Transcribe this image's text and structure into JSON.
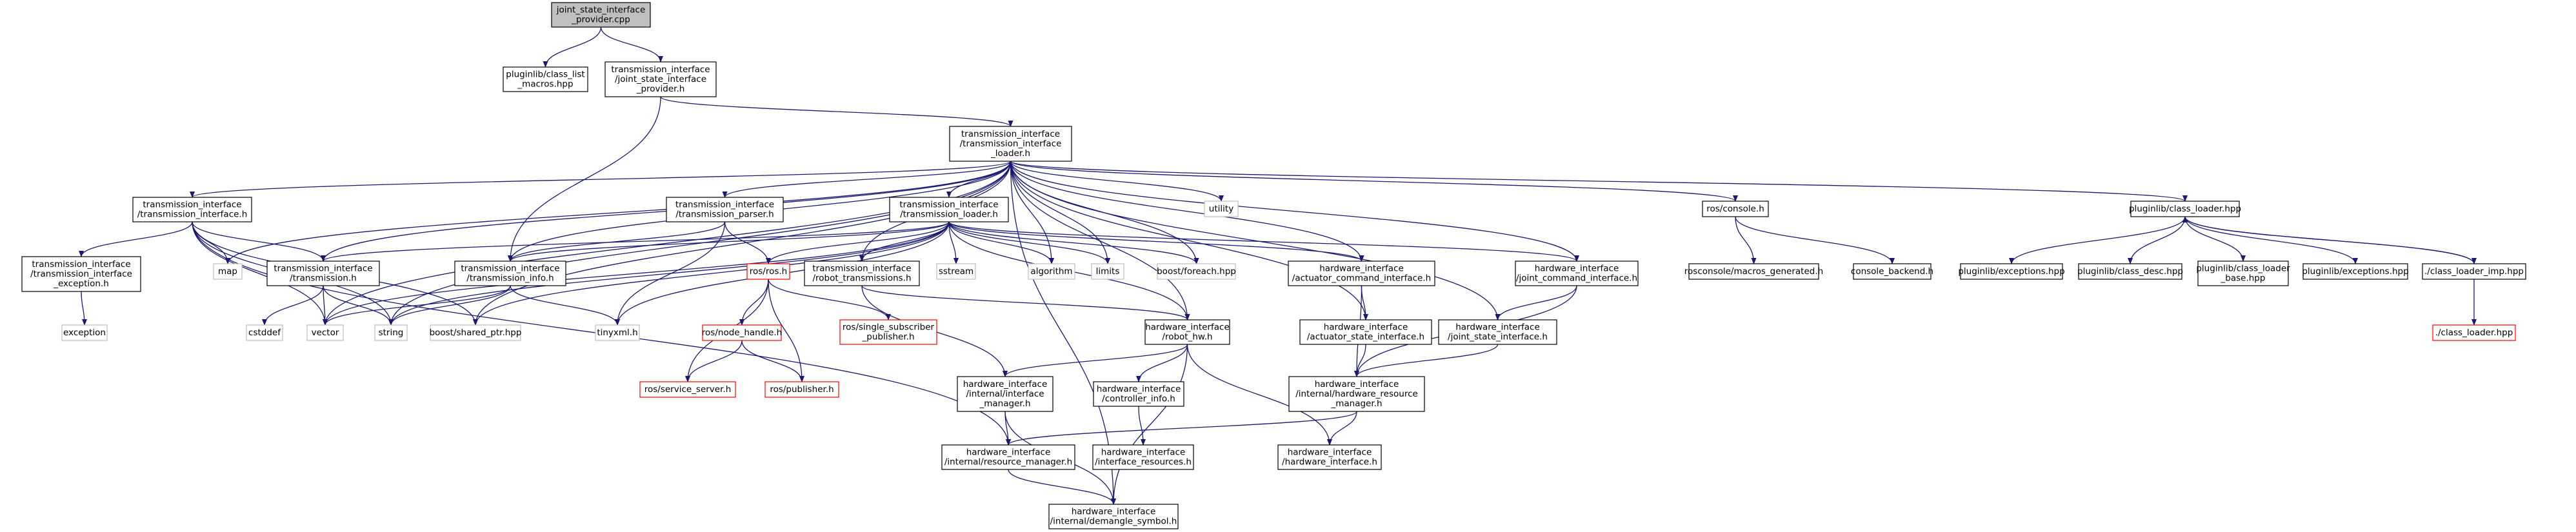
{
  "colors": {
    "edge": "#191970",
    "box_default": "#000000",
    "box_missing": "#ff0000",
    "box_external": "#bfbfbf",
    "root_fill": "#bfbfbf",
    "text": "#000000"
  },
  "nodes": [
    {
      "id": "root",
      "lines": [
        "joint_state_interface",
        "_provider.cpp"
      ],
      "style": "root"
    },
    {
      "id": "class_list_macros",
      "lines": [
        "pluginlib/class_list",
        "_macros.hpp"
      ],
      "style": "default"
    },
    {
      "id": "jsi_provider_h",
      "lines": [
        "transmission_interface",
        "/joint_state_interface",
        "_provider.h"
      ],
      "style": "default"
    },
    {
      "id": "ti_loader",
      "lines": [
        "transmission_interface",
        "/transmission_interface",
        "_loader.h"
      ],
      "style": "default"
    },
    {
      "id": "ti_interface",
      "lines": [
        "transmission_interface",
        "/transmission_interface.h"
      ],
      "style": "default"
    },
    {
      "id": "ti_parser",
      "lines": [
        "transmission_interface",
        "/transmission_parser.h"
      ],
      "style": "default"
    },
    {
      "id": "t_loader",
      "lines": [
        "transmission_interface",
        "/transmission_loader.h"
      ],
      "style": "default"
    },
    {
      "id": "utility",
      "lines": [
        "utility"
      ],
      "style": "external"
    },
    {
      "id": "ros_console",
      "lines": [
        "ros/console.h"
      ],
      "style": "default"
    },
    {
      "id": "class_loader_hpp",
      "lines": [
        "pluginlib/class_loader.hpp"
      ],
      "style": "default"
    },
    {
      "id": "ti_exception",
      "lines": [
        "transmission_interface",
        "/transmission_interface",
        "_exception.h"
      ],
      "style": "default"
    },
    {
      "id": "map",
      "lines": [
        "map"
      ],
      "style": "external"
    },
    {
      "id": "transmission_h",
      "lines": [
        "transmission_interface",
        "/transmission.h"
      ],
      "style": "default"
    },
    {
      "id": "transmission_info",
      "lines": [
        "transmission_interface",
        "/transmission_info.h"
      ],
      "style": "default"
    },
    {
      "id": "ros_ros",
      "lines": [
        "ros/ros.h"
      ],
      "style": "missing"
    },
    {
      "id": "robot_transmissions",
      "lines": [
        "transmission_interface",
        "/robot_transmissions.h"
      ],
      "style": "default"
    },
    {
      "id": "sstream",
      "lines": [
        "sstream"
      ],
      "style": "external"
    },
    {
      "id": "algorithm",
      "lines": [
        "algorithm"
      ],
      "style": "external"
    },
    {
      "id": "limits",
      "lines": [
        "limits"
      ],
      "style": "external"
    },
    {
      "id": "boost_foreach",
      "lines": [
        "boost/foreach.hpp"
      ],
      "style": "external"
    },
    {
      "id": "actuator_cmd",
      "lines": [
        "hardware_interface",
        "/actuator_command_interface.h"
      ],
      "style": "default"
    },
    {
      "id": "joint_cmd",
      "lines": [
        "hardware_interface",
        "/joint_command_interface.h"
      ],
      "style": "default"
    },
    {
      "id": "macros_generated",
      "lines": [
        "rosconsole/macros_generated.h"
      ],
      "style": "default"
    },
    {
      "id": "console_backend",
      "lines": [
        "console_backend.h"
      ],
      "style": "default"
    },
    {
      "id": "pl_exceptions_1",
      "lines": [
        "pluginlib/exceptions.hpp"
      ],
      "style": "default"
    },
    {
      "id": "class_desc",
      "lines": [
        "pluginlib/class_desc.hpp"
      ],
      "style": "default"
    },
    {
      "id": "class_loader_base",
      "lines": [
        "pluginlib/class_loader",
        "_base.hpp"
      ],
      "style": "default"
    },
    {
      "id": "pl_exceptions_2",
      "lines": [
        "pluginlib/exceptions.hpp"
      ],
      "style": "default"
    },
    {
      "id": "class_loader_imp",
      "lines": [
        "./class_loader_imp.hpp"
      ],
      "style": "default"
    },
    {
      "id": "exception",
      "lines": [
        "exception"
      ],
      "style": "external"
    },
    {
      "id": "cstddef",
      "lines": [
        "cstddef"
      ],
      "style": "external"
    },
    {
      "id": "vector",
      "lines": [
        "vector"
      ],
      "style": "external"
    },
    {
      "id": "string",
      "lines": [
        "string"
      ],
      "style": "external"
    },
    {
      "id": "shared_ptr",
      "lines": [
        "boost/shared_ptr.hpp"
      ],
      "style": "external"
    },
    {
      "id": "tinyxml",
      "lines": [
        "tinyxml.h"
      ],
      "style": "external"
    },
    {
      "id": "node_handle",
      "lines": [
        "ros/node_handle.h"
      ],
      "style": "missing"
    },
    {
      "id": "single_subscriber",
      "lines": [
        "ros/single_subscriber",
        "_publisher.h"
      ],
      "style": "missing"
    },
    {
      "id": "robot_hw",
      "lines": [
        "hardware_interface",
        "/robot_hw.h"
      ],
      "style": "default"
    },
    {
      "id": "actuator_state",
      "lines": [
        "hardware_interface",
        "/actuator_state_interface.h"
      ],
      "style": "default"
    },
    {
      "id": "joint_state",
      "lines": [
        "hardware_interface",
        "/joint_state_interface.h"
      ],
      "style": "default"
    },
    {
      "id": "class_loader_h",
      "lines": [
        "./class_loader.hpp"
      ],
      "style": "missing"
    },
    {
      "id": "service_server",
      "lines": [
        "ros/service_server.h"
      ],
      "style": "missing"
    },
    {
      "id": "publisher",
      "lines": [
        "ros/publisher.h"
      ],
      "style": "missing"
    },
    {
      "id": "interface_manager",
      "lines": [
        "hardware_interface",
        "/internal/interface",
        "_manager.h"
      ],
      "style": "default"
    },
    {
      "id": "controller_info",
      "lines": [
        "hardware_interface",
        "/controller_info.h"
      ],
      "style": "default"
    },
    {
      "id": "hw_resource_manager",
      "lines": [
        "hardware_interface",
        "/internal/hardware_resource",
        "_manager.h"
      ],
      "style": "default"
    },
    {
      "id": "resource_manager",
      "lines": [
        "hardware_interface",
        "/internal/resource_manager.h"
      ],
      "style": "default"
    },
    {
      "id": "interface_resources",
      "lines": [
        "hardware_interface",
        "/interface_resources.h"
      ],
      "style": "default"
    },
    {
      "id": "hardware_interface_h",
      "lines": [
        "hardware_interface",
        "/hardware_interface.h"
      ],
      "style": "default"
    },
    {
      "id": "demangle_symbol",
      "lines": [
        "hardware_interface",
        "/internal/demangle_symbol.h"
      ],
      "style": "default"
    }
  ],
  "edges": [
    [
      "root",
      "class_list_macros"
    ],
    [
      "root",
      "jsi_provider_h"
    ],
    [
      "jsi_provider_h",
      "ti_loader"
    ],
    [
      "jsi_provider_h",
      "transmission_info"
    ],
    [
      "ti_loader",
      "ti_interface"
    ],
    [
      "ti_loader",
      "ti_parser"
    ],
    [
      "ti_loader",
      "t_loader"
    ],
    [
      "ti_loader",
      "utility"
    ],
    [
      "ti_loader",
      "ros_console"
    ],
    [
      "ti_loader",
      "class_loader_hpp"
    ],
    [
      "ti_loader",
      "map"
    ],
    [
      "ti_loader",
      "transmission_h"
    ],
    [
      "ti_loader",
      "transmission_info"
    ],
    [
      "ti_loader",
      "robot_transmissions"
    ],
    [
      "ti_loader",
      "algorithm"
    ],
    [
      "ti_loader",
      "limits"
    ],
    [
      "ti_loader",
      "boost_foreach"
    ],
    [
      "ti_loader",
      "actuator_cmd"
    ],
    [
      "ti_loader",
      "joint_cmd"
    ],
    [
      "ti_loader",
      "vector"
    ],
    [
      "ti_loader",
      "string"
    ],
    [
      "ti_loader",
      "shared_ptr"
    ],
    [
      "ti_loader",
      "robot_hw"
    ],
    [
      "ti_loader",
      "actuator_state"
    ],
    [
      "ti_loader",
      "joint_state"
    ],
    [
      "ti_loader",
      "demangle_symbol"
    ],
    [
      "ti_interface",
      "ti_exception"
    ],
    [
      "ti_interface",
      "map"
    ],
    [
      "ti_interface",
      "transmission_h"
    ],
    [
      "ti_interface",
      "vector"
    ],
    [
      "ti_interface",
      "string"
    ],
    [
      "ti_interface",
      "shared_ptr"
    ],
    [
      "ti_interface",
      "resource_manager"
    ],
    [
      "ti_exception",
      "exception"
    ],
    [
      "ti_parser",
      "transmission_info"
    ],
    [
      "ti_parser",
      "ros_ros"
    ],
    [
      "ti_parser",
      "tinyxml"
    ],
    [
      "t_loader",
      "transmission_h"
    ],
    [
      "t_loader",
      "transmission_info"
    ],
    [
      "t_loader",
      "ros_ros"
    ],
    [
      "t_loader",
      "robot_transmissions"
    ],
    [
      "t_loader",
      "sstream"
    ],
    [
      "t_loader",
      "algorithm"
    ],
    [
      "t_loader",
      "limits"
    ],
    [
      "t_loader",
      "boost_foreach"
    ],
    [
      "t_loader",
      "actuator_cmd"
    ],
    [
      "t_loader",
      "joint_cmd"
    ],
    [
      "t_loader",
      "vector"
    ],
    [
      "t_loader",
      "string"
    ],
    [
      "t_loader",
      "shared_ptr"
    ],
    [
      "t_loader",
      "tinyxml"
    ],
    [
      "t_loader",
      "robot_hw"
    ],
    [
      "transmission_h",
      "cstddef"
    ],
    [
      "transmission_h",
      "vector"
    ],
    [
      "transmission_h",
      "string"
    ],
    [
      "transmission_info",
      "vector"
    ],
    [
      "transmission_info",
      "string"
    ],
    [
      "transmission_info",
      "tinyxml"
    ],
    [
      "ros_ros",
      "node_handle"
    ],
    [
      "ros_ros",
      "single_subscriber"
    ],
    [
      "ros_ros",
      "service_server"
    ],
    [
      "ros_ros",
      "publisher"
    ],
    [
      "node_handle",
      "service_server"
    ],
    [
      "node_handle",
      "publisher"
    ],
    [
      "robot_transmissions",
      "robot_hw"
    ],
    [
      "robot_transmissions",
      "interface_manager"
    ],
    [
      "robot_hw",
      "interface_manager"
    ],
    [
      "robot_hw",
      "controller_info"
    ],
    [
      "robot_hw",
      "hardware_interface_h"
    ],
    [
      "robot_hw",
      "demangle_symbol"
    ],
    [
      "actuator_cmd",
      "actuator_state"
    ],
    [
      "actuator_cmd",
      "hw_resource_manager"
    ],
    [
      "joint_cmd",
      "joint_state"
    ],
    [
      "joint_cmd",
      "hw_resource_manager"
    ],
    [
      "actuator_state",
      "hw_resource_manager"
    ],
    [
      "joint_state",
      "hw_resource_manager"
    ],
    [
      "hw_resource_manager",
      "resource_manager"
    ],
    [
      "hw_resource_manager",
      "hardware_interface_h"
    ],
    [
      "interface_manager",
      "resource_manager"
    ],
    [
      "interface_manager",
      "demangle_symbol"
    ],
    [
      "controller_info",
      "interface_resources"
    ],
    [
      "resource_manager",
      "demangle_symbol"
    ],
    [
      "ros_console",
      "macros_generated"
    ],
    [
      "ros_console",
      "console_backend"
    ],
    [
      "class_loader_hpp",
      "pl_exceptions_1"
    ],
    [
      "class_loader_hpp",
      "class_desc"
    ],
    [
      "class_loader_hpp",
      "class_loader_base"
    ],
    [
      "class_loader_hpp",
      "pl_exceptions_2"
    ],
    [
      "class_loader_hpp",
      "class_loader_imp"
    ],
    [
      "class_loader_imp",
      "class_loader_hpp"
    ],
    [
      "class_loader_imp",
      "class_loader_h"
    ]
  ]
}
